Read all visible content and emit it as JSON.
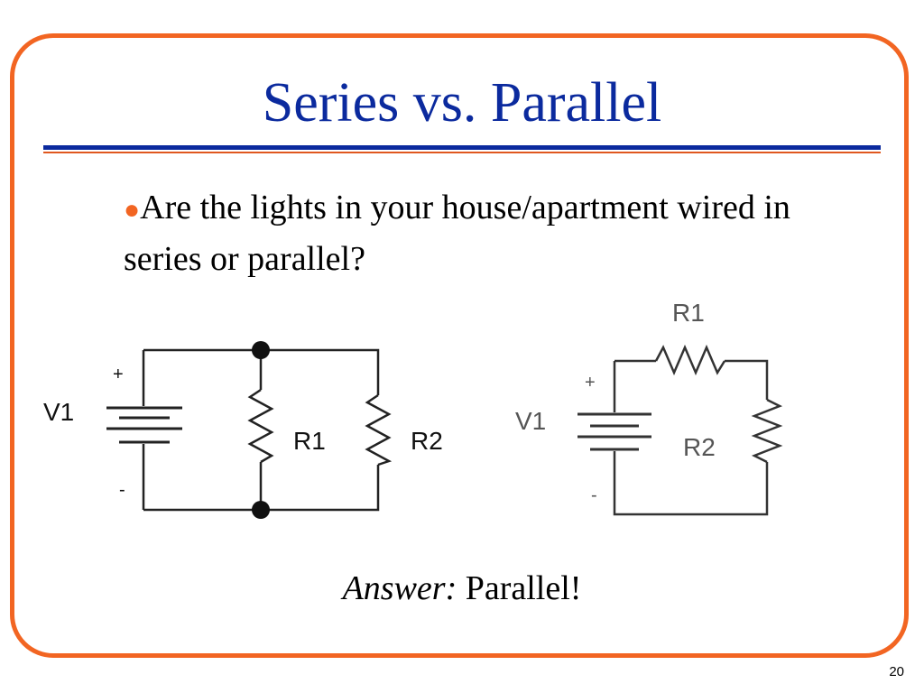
{
  "slide": {
    "title": "Series vs. Parallel",
    "bullet_glyph": "●",
    "question": "Are the lights in your house/apartment wired in series or parallel?",
    "answer_label": "Answer:",
    "answer_value": "Parallel!",
    "page_number": "20",
    "colors": {
      "frame": "#f26522",
      "title": "#0b2a9e",
      "rule_blue": "#0b2a9e",
      "rule_orange": "#e0581f",
      "bullet": "#f26522"
    }
  },
  "parallel_circuit": {
    "source_label": "V1",
    "plus_label": "+",
    "minus_label": "-",
    "resistor_1_label": "R1",
    "resistor_2_label": "R2"
  },
  "series_circuit": {
    "source_label": "V1",
    "plus_label": "+",
    "minus_label": "-",
    "resistor_1_label": "R1",
    "resistor_2_label": "R2"
  }
}
